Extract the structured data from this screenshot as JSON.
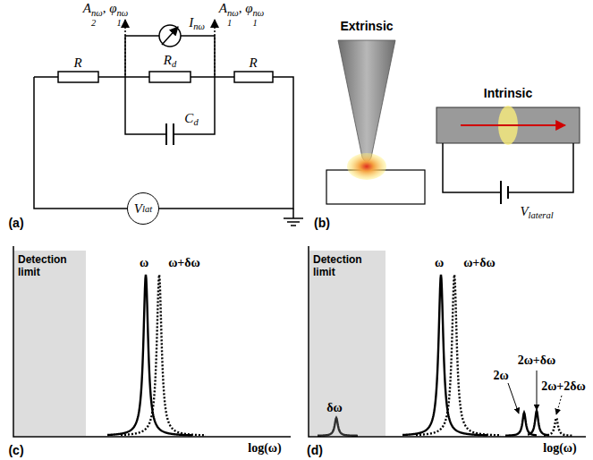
{
  "diagram": {
    "nodes": [
      {
        "text": [
          "V",
          "lat"
        ]
      },
      {
        "text": [
          "Detection limit"
        ]
      },
      {
        "text": [
          "Detection limit"
        ]
      }
    ],
    "labels": [
      "A",
      "2",
      "nω",
      ", φ",
      "1",
      "nω",
      "A",
      "1",
      "nω",
      ", φ",
      "1",
      "nω",
      "I",
      "nω",
      "R",
      "R",
      "d",
      "R",
      "C",
      "d",
      "(a)",
      "Extrinsic",
      "Intrinsic",
      "V",
      "lateral",
      "(b)",
      "ω",
      "ω+δω",
      "log(ω)",
      "(c)",
      "δω",
      "ω",
      "ω+δω",
      "2ω",
      "2ω+δω",
      "2ω+2δω",
      "log(ω)",
      "(d)"
    ]
  }
}
